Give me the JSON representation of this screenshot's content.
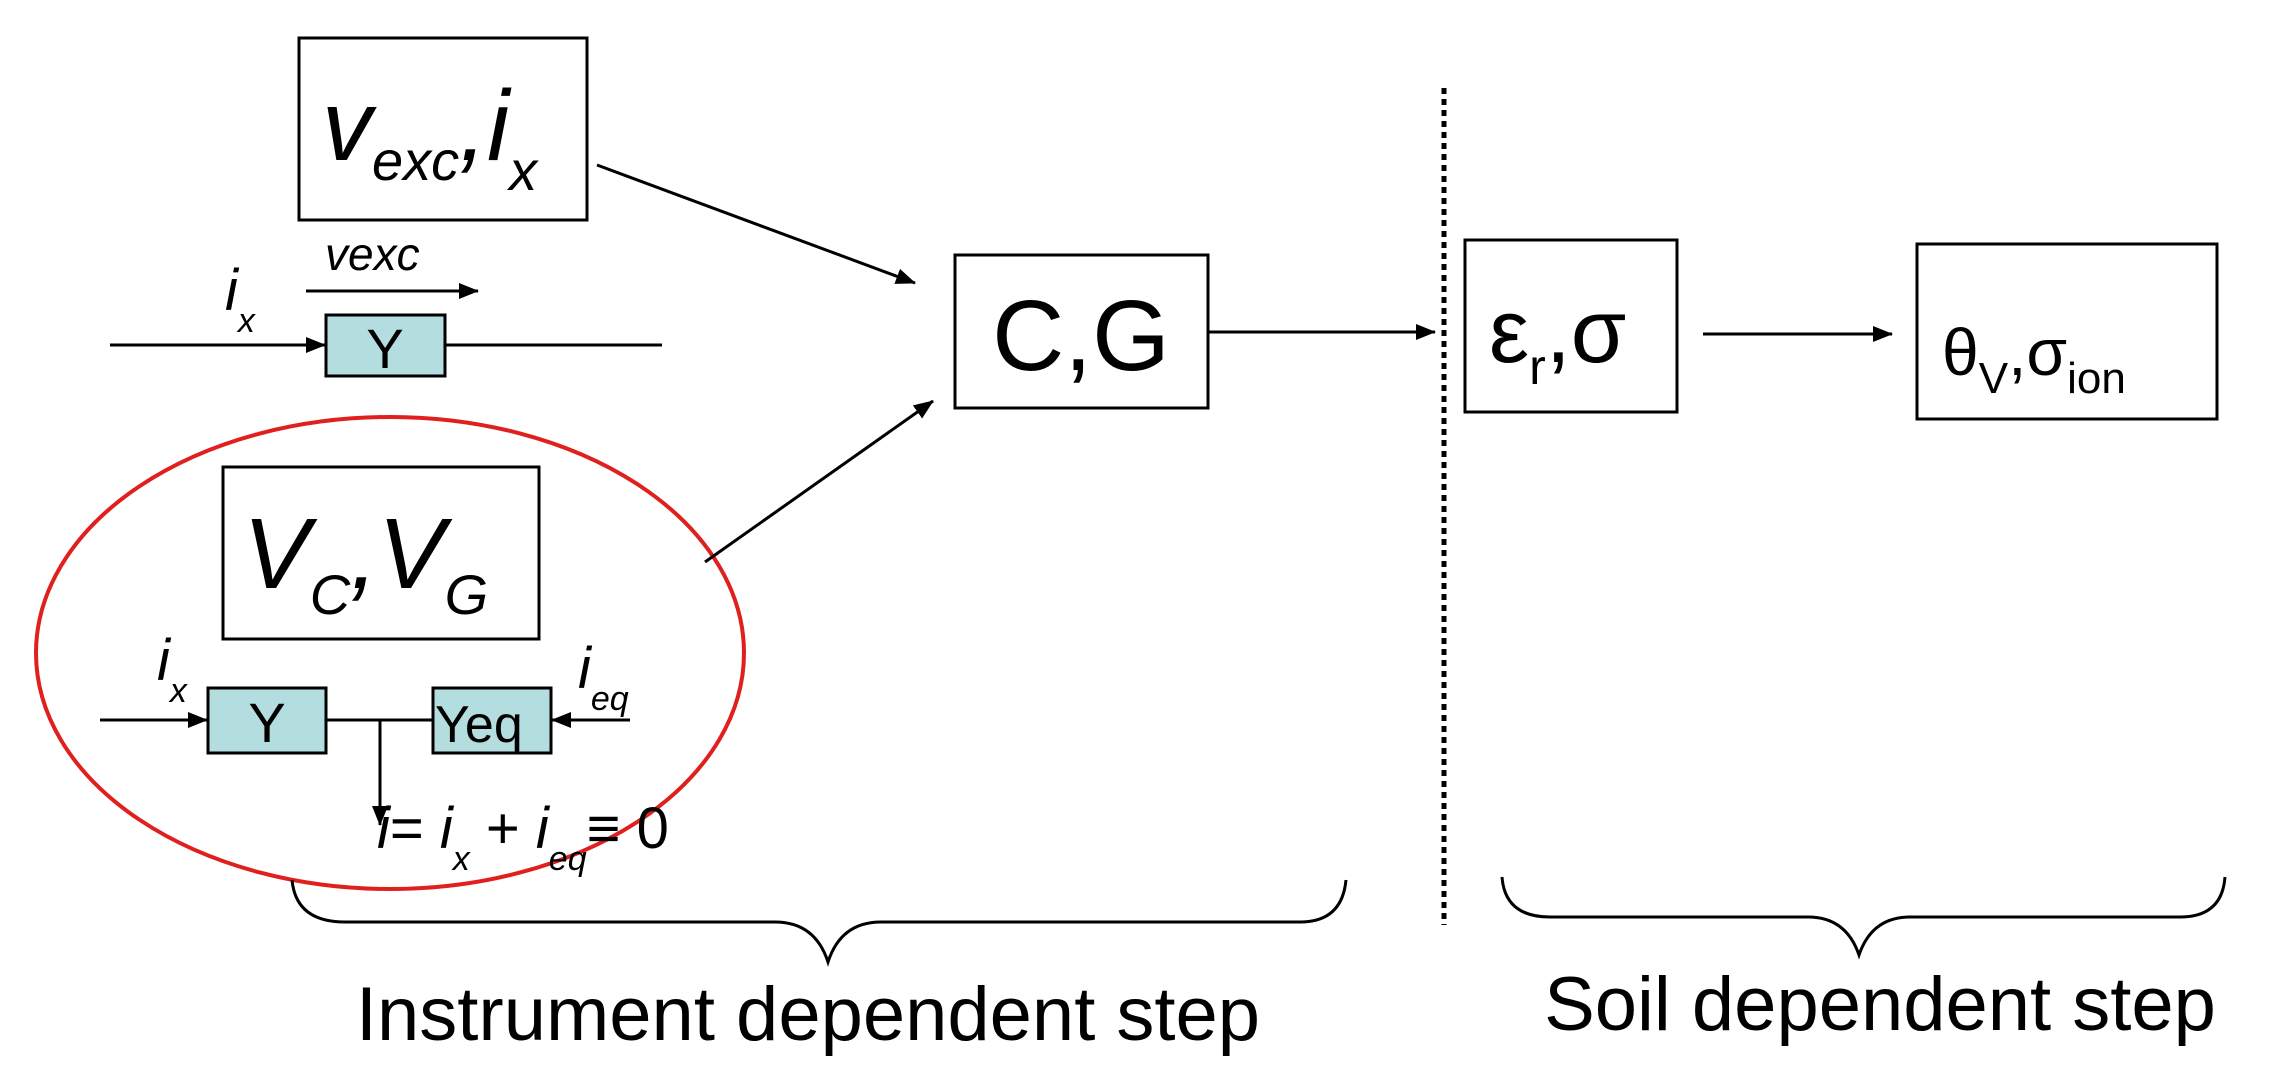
{
  "colors": {
    "stroke": "#000000",
    "component_fill": "#b4dde0",
    "ellipse": "#e0201e",
    "background": "#ffffff"
  },
  "boxes": {
    "vexc_ix": {
      "main1": "v",
      "sub1": "exc",
      "comma": ",",
      "main2": "i",
      "sub2": "x"
    },
    "vc_vg": {
      "main1": "V",
      "sub1": "C",
      "comma": ",",
      "main2": "V",
      "sub2": "G"
    },
    "cg": {
      "label": "C,G"
    },
    "eps_sigma": {
      "main1": "ε",
      "sub1": "r",
      "rest": ",σ"
    },
    "theta_sigma": {
      "main1": "θ",
      "sub1": "V",
      "main2": ",σ",
      "sub2": "ion"
    }
  },
  "circuit_top": {
    "vexc_label": "vexc",
    "current_label": "i",
    "current_sub": "x",
    "component": "Y"
  },
  "circuit_bottom": {
    "current_left": "i",
    "current_left_sub": "x",
    "component_left": "Y",
    "component_right": "Yeq",
    "current_right": "i",
    "current_right_sub": "eq",
    "eq_i": "i",
    "eq_part1": "= ",
    "eq_ix": "i",
    "eq_ix_sub": "x",
    "eq_plus": " + ",
    "eq_ieq": "i",
    "eq_ieq_sub": "eq",
    "eq_end": "≡ 0"
  },
  "braces": {
    "instrument": "Instrument dependent step",
    "soil": "Soil dependent step"
  }
}
